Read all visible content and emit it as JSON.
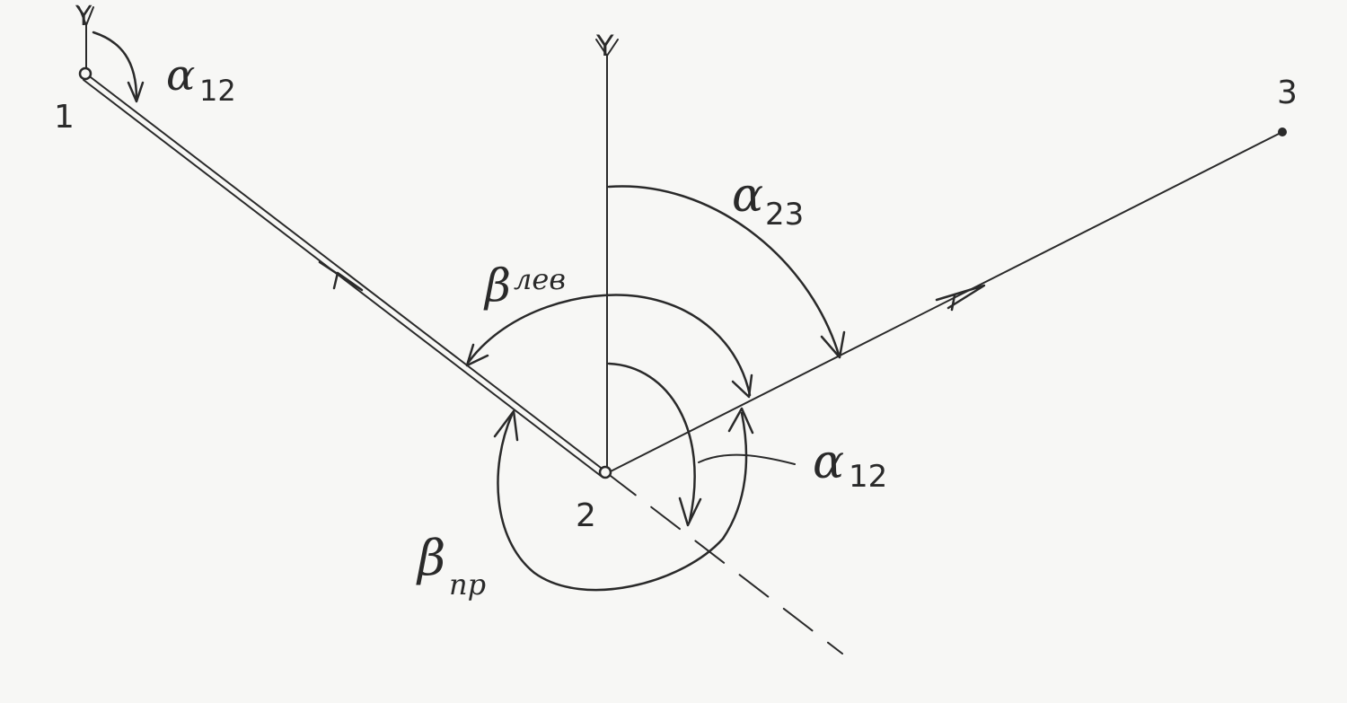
{
  "points": {
    "p1": "1",
    "p2": "2",
    "p3": "3"
  },
  "axes": {
    "y_at_1": "Y",
    "y_at_2": "Y"
  },
  "angles": {
    "alpha12_top": {
      "symbol": "α",
      "sub": "12"
    },
    "alpha23": {
      "symbol": "α",
      "sub": "23"
    },
    "beta_left": {
      "symbol": "β",
      "sub": "лев"
    },
    "alpha12_at_2": {
      "symbol": "α",
      "sub": "12"
    },
    "beta_right": {
      "symbol": "β",
      "sub": "пр"
    }
  }
}
